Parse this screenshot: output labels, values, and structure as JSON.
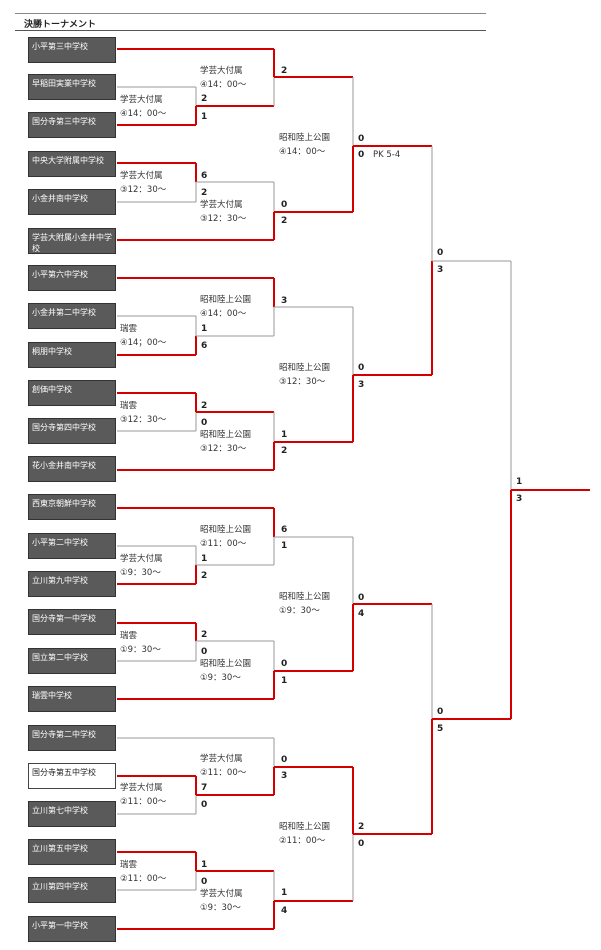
{
  "title": "決勝トーナメント",
  "teams": [
    {
      "name": "小平第三中学校",
      "highlight": false
    },
    {
      "name": "早稲田実業中学校",
      "highlight": false
    },
    {
      "name": "国分寺第三中学校",
      "highlight": false
    },
    {
      "name": "中央大学附属中学校",
      "highlight": false
    },
    {
      "name": "小金井南中学校",
      "highlight": false
    },
    {
      "name": "学芸大附属小金井中学校",
      "highlight": false
    },
    {
      "name": "小平第六中学校",
      "highlight": false
    },
    {
      "name": "小金井第二中学校",
      "highlight": false
    },
    {
      "name": "桐朋中学校",
      "highlight": false
    },
    {
      "name": "創価中学校",
      "highlight": false
    },
    {
      "name": "国分寺第四中学校",
      "highlight": false
    },
    {
      "name": "花小金井南中学校",
      "highlight": false
    },
    {
      "name": "西東京朝鮮中学校",
      "highlight": false
    },
    {
      "name": "小平第二中学校",
      "highlight": false
    },
    {
      "name": "立川第九中学校",
      "highlight": false
    },
    {
      "name": "国分寺第一中学校",
      "highlight": false
    },
    {
      "name": "国立第二中学校",
      "highlight": false
    },
    {
      "name": "瑞雲中学校",
      "highlight": false
    },
    {
      "name": "国分寺第二中学校",
      "highlight": false
    },
    {
      "name": "国分寺第五中学校",
      "highlight": true
    },
    {
      "name": "立川第七中学校",
      "highlight": false
    },
    {
      "name": "立川第五中学校",
      "highlight": false
    },
    {
      "name": "立川第四中学校",
      "highlight": false
    },
    {
      "name": "小平第一中学校",
      "highlight": false
    }
  ],
  "venues": [
    {
      "place": "学芸大付属",
      "time": "④14：00〜"
    },
    {
      "place": "学芸大付属",
      "time": "④14：00〜"
    },
    {
      "place": "学芸大付属",
      "time": "③12：30〜"
    },
    {
      "place": "学芸大付属",
      "time": "③12：30〜"
    },
    {
      "place": "昭和陸上公園",
      "time": "④14：00〜"
    },
    {
      "place": "瑞雲",
      "time": "④14；00〜"
    },
    {
      "place": "瑞雲",
      "time": "③12：30〜"
    },
    {
      "place": "昭和陸上公園",
      "time": "③12：30〜"
    },
    {
      "place": "昭和陸上公園",
      "time": "②11：00〜"
    },
    {
      "place": "学芸大付属",
      "time": "①9：30〜"
    },
    {
      "place": "瑞雲",
      "time": "①9：30〜"
    },
    {
      "place": "昭和陸上公園",
      "time": "①9：30〜"
    },
    {
      "place": "学芸大付属",
      "time": "②11：00〜"
    },
    {
      "place": "学芸大付属",
      "time": "②11：00〜"
    },
    {
      "place": "瑞雲",
      "time": "②11：00〜"
    },
    {
      "place": "学芸大付属",
      "time": "①9：30〜"
    },
    {
      "place": "昭和陸上公園",
      "time": "④14：00〜"
    },
    {
      "place": "昭和陸上公園",
      "time": "③12：30〜"
    },
    {
      "place": "昭和陸上公園",
      "time": "①9：30〜"
    },
    {
      "place": "昭和陸上公園",
      "time": "②11：00〜"
    }
  ],
  "scores": [
    "2",
    "2",
    "1",
    "6",
    "2",
    "0",
    "2",
    "3",
    "1",
    "6",
    "2",
    "0",
    "1",
    "2",
    "6",
    "1",
    "1",
    "2",
    "2",
    "0",
    "0",
    "1",
    "0",
    "7",
    "0",
    "3",
    "1",
    "0",
    "1",
    "4",
    "0",
    "0",
    "0",
    "3",
    "0",
    "4",
    "2",
    "0",
    "0",
    "3",
    "0",
    "5",
    "1",
    "3"
  ],
  "pk": "PK 5-4"
}
